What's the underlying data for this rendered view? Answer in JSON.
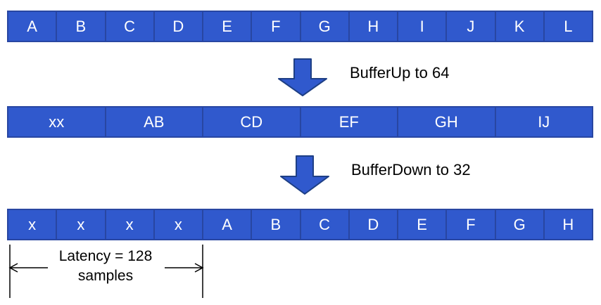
{
  "colors": {
    "cell_fill": "#3059CD",
    "cell_border": "#2846A2",
    "arrow_fill": "#3059CD",
    "arrow_border": "#1E3F85",
    "annotation_color": "#000000",
    "cell_text": "#FFFFFF",
    "bg": "#FFFFFF"
  },
  "buffers": {
    "input": {
      "cells": [
        "A",
        "B",
        "C",
        "D",
        "E",
        "F",
        "G",
        "H",
        "I",
        "J",
        "K",
        "L"
      ]
    },
    "up64": {
      "cells": [
        "xx",
        "AB",
        "CD",
        "EF",
        "GH",
        "IJ"
      ]
    },
    "down32": {
      "cells": [
        "x",
        "x",
        "x",
        "x",
        "A",
        "B",
        "C",
        "D",
        "E",
        "F",
        "G",
        "H"
      ]
    }
  },
  "labels": {
    "buffer_up": "BufferUp to 64",
    "buffer_down": "BufferDown to 32",
    "latency_line1": "Latency = 128",
    "latency_line2": "samples"
  },
  "icons": {
    "arrow_1": "block-down-arrow",
    "arrow_2": "block-down-arrow"
  }
}
